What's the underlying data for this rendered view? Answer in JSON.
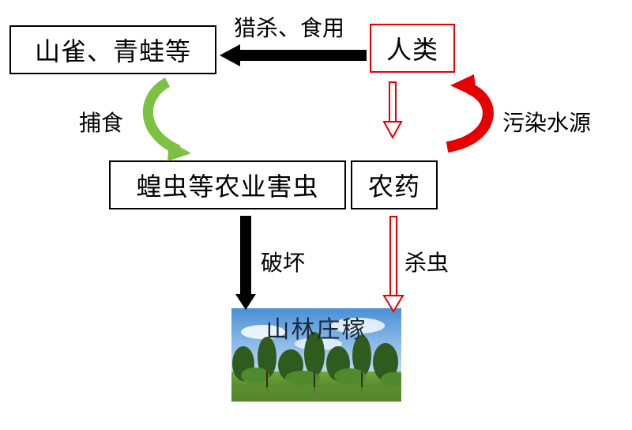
{
  "nodes": {
    "birds_frogs": "山雀、青蛙等",
    "humans": "人类",
    "locusts_pests": "蝗虫等农业害虫",
    "pesticide": "农药",
    "forest_crops": "山林庄稼"
  },
  "edges": {
    "hunt_eat": "猎杀、食用",
    "prey": "捕食",
    "pollute_water": "污染水源",
    "destroy": "破坏",
    "kill_insects": "杀虫"
  },
  "colors": {
    "black_arrow": "#000000",
    "red_arrow": "#e60000",
    "green_arrow": "#7dc142",
    "human_box_border": "#e60000"
  }
}
